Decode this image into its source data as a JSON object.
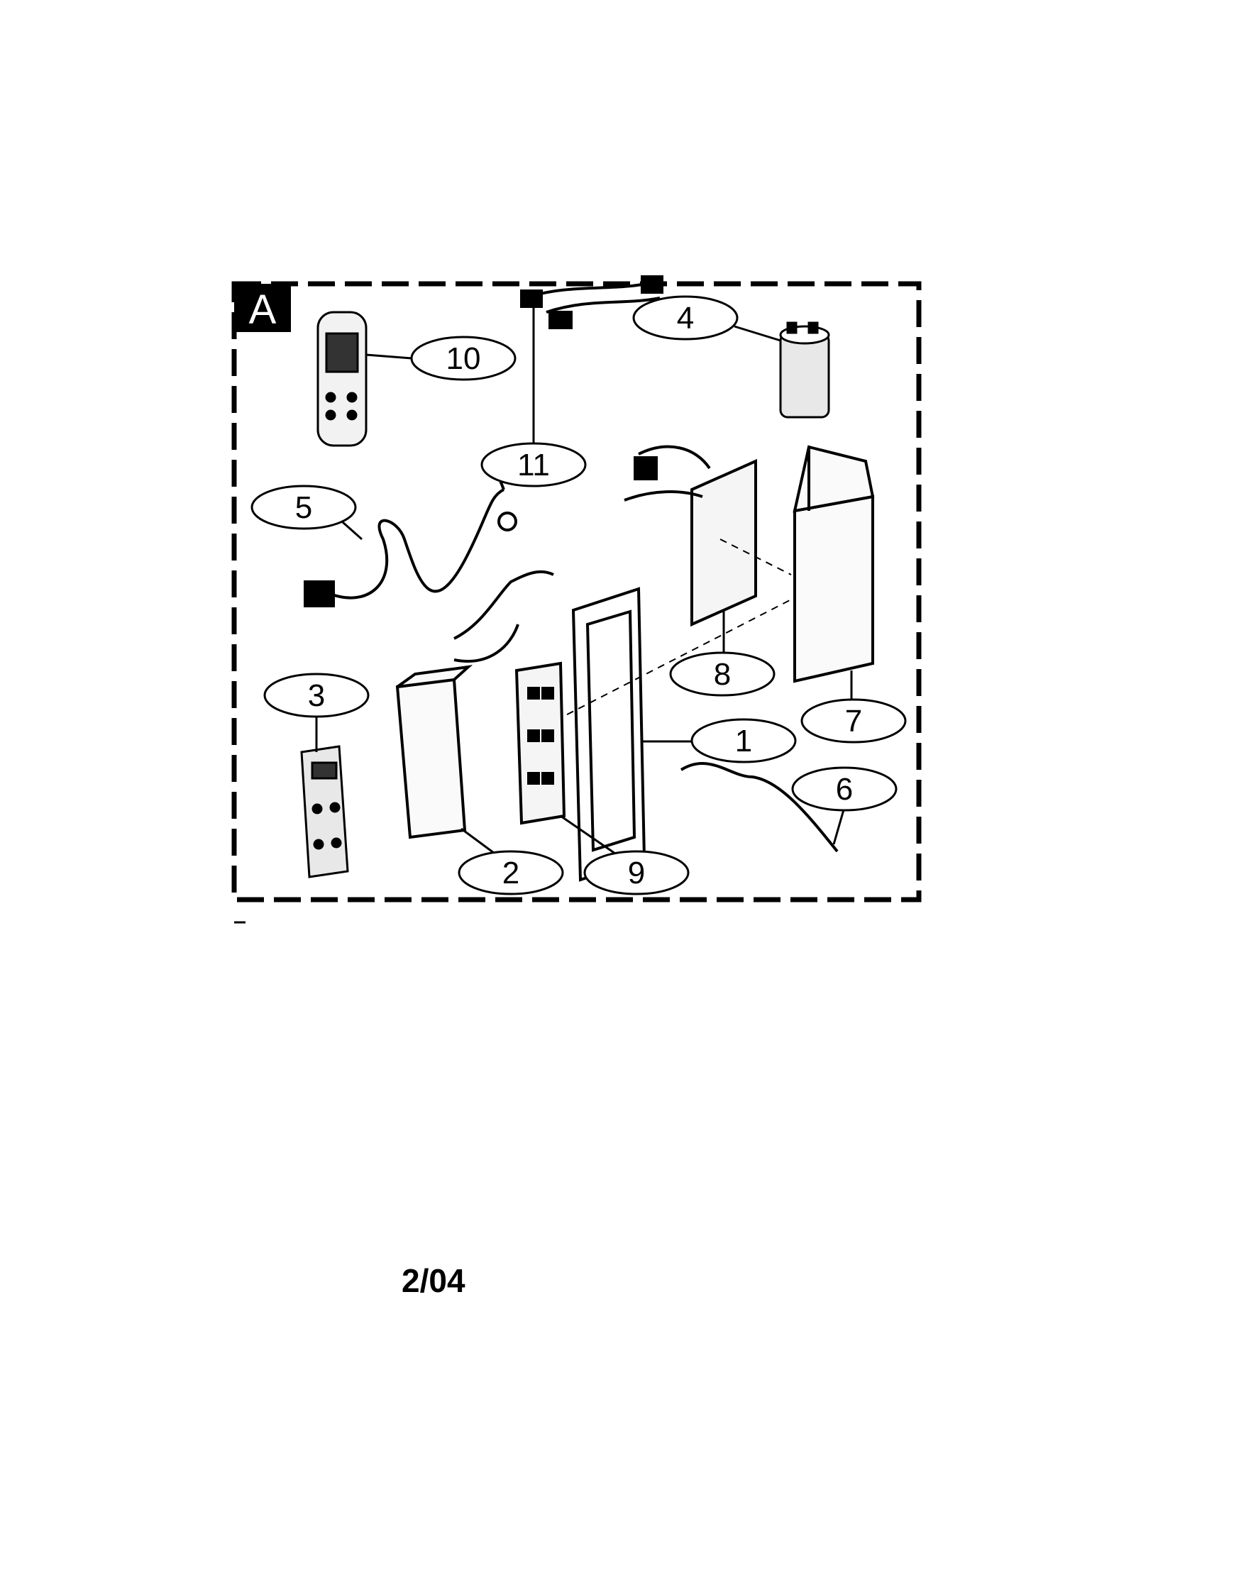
{
  "diagram": {
    "section_label": "A",
    "date_code": "2/04",
    "callouts": [
      {
        "id": "1",
        "label": "1"
      },
      {
        "id": "2",
        "label": "2"
      },
      {
        "id": "3",
        "label": "3"
      },
      {
        "id": "4",
        "label": "4"
      },
      {
        "id": "5",
        "label": "5"
      },
      {
        "id": "6",
        "label": "6"
      },
      {
        "id": "7",
        "label": "7"
      },
      {
        "id": "8",
        "label": "8"
      },
      {
        "id": "9",
        "label": "9"
      },
      {
        "id": "10",
        "label": "10"
      },
      {
        "id": "11",
        "label": "11"
      }
    ]
  }
}
